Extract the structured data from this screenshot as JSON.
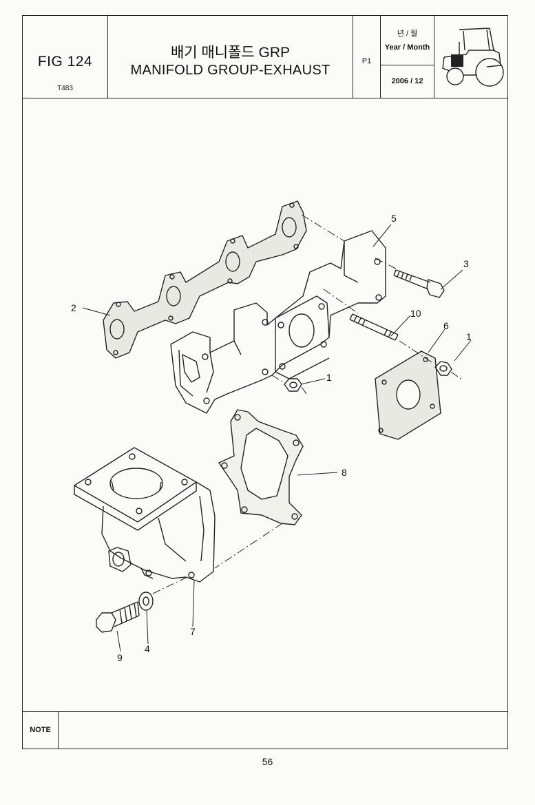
{
  "header": {
    "fig_number": "FIG 124",
    "fig_code": "T483",
    "title_ko": "배기 매니폴드 GRP",
    "title_en": "MANIFOLD GROUP-EXHAUST",
    "page_code": "P1",
    "date_label_ko": "년 / 월",
    "date_label_en": "Year / Month",
    "date_value": "2006 / 12"
  },
  "callouts": [
    {
      "id": "c5",
      "label": "5"
    },
    {
      "id": "c3",
      "label": "3"
    },
    {
      "id": "c2",
      "label": "2"
    },
    {
      "id": "c10",
      "label": "10"
    },
    {
      "id": "c6",
      "label": "6"
    },
    {
      "id": "c1a",
      "label": "1"
    },
    {
      "id": "c1b",
      "label": "1"
    },
    {
      "id": "c8",
      "label": "8"
    },
    {
      "id": "c7",
      "label": "7"
    },
    {
      "id": "c9",
      "label": "9"
    },
    {
      "id": "c4",
      "label": "4"
    }
  ],
  "note": {
    "label": "NOTE"
  },
  "page_number": "56",
  "icons": [
    "tractor-icon"
  ]
}
